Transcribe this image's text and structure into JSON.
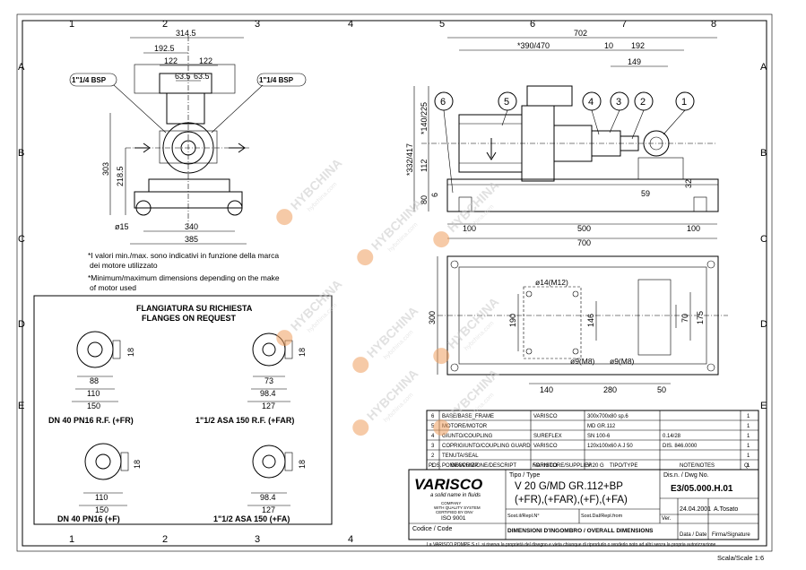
{
  "grid": {
    "columns": [
      "1",
      "2",
      "3",
      "4",
      "5",
      "6",
      "7",
      "8"
    ],
    "rows": [
      "A",
      "B",
      "C",
      "D",
      "E"
    ]
  },
  "front_view": {
    "dims": {
      "w314": "314.5",
      "w192": "192.5",
      "w122a": "122",
      "w122b": "122",
      "w63a": "63.5",
      "w63b": "63.5",
      "h303": "303",
      "h218": "218.5",
      "phi15": "ø15",
      "w340": "340",
      "w385": "385"
    },
    "port_left": "1\"1/4 BSP",
    "port_right": "1\"1/4 BSP"
  },
  "notes": {
    "it_line1": "*I valori min./max. sono indicativi in funzione della marca",
    "it_line2": "dei motore utilizzato",
    "en_line1": "*Minimum/maximum dimensions depending on the make",
    "en_line2": "of motor used"
  },
  "side_view": {
    "dims": {
      "w702": "702",
      "w390": "*390/470",
      "w10": "10",
      "w192": "192",
      "w149": "149",
      "h140": "*140/225",
      "h332": "*332/417",
      "h112": "112",
      "h80": "80",
      "h6": "6",
      "w59": "59",
      "h32": "32",
      "w100a": "100",
      "w500": "500",
      "w100b": "100",
      "w700": "700"
    },
    "balloons": [
      "6",
      "5",
      "4",
      "3",
      "2",
      "1"
    ]
  },
  "plan_view": {
    "dims": {
      "h300": "300",
      "h190": "190",
      "h146": "146",
      "h70": "70",
      "h175": "175",
      "w140": "140",
      "w280": "280",
      "w50": "50"
    },
    "hole_labels": [
      "ø14(M12)",
      "ø9(M8)",
      "ø9(M8)"
    ]
  },
  "flanges": {
    "title_it": "FLANGIATURA SU RICHIESTA",
    "title_en": "FLANGES ON REQUEST",
    "items": [
      {
        "dims": [
          "88",
          "110",
          "150"
        ],
        "side": "18",
        "label": "DN 40 PN16 R.F. (+FR)"
      },
      {
        "dims": [
          "73",
          "98.4",
          "127"
        ],
        "side": "18",
        "label": "1\"1/2 ASA 150 R.F. (+FAR)"
      },
      {
        "dims": [
          "110",
          "150"
        ],
        "side": "18",
        "label": "DN 40 PN16 (+F)"
      },
      {
        "dims": [
          "98.4",
          "127"
        ],
        "side": "18",
        "label": "1\"1/2 ASA 150 (+FA)"
      }
    ]
  },
  "parts_list": {
    "rows": [
      {
        "pos": "6",
        "desc": "BASE/BASE_FRAME",
        "supplier": "VARISCO",
        "type": "300x700x80  sp.6",
        "note": "",
        "qty": "1"
      },
      {
        "pos": "5",
        "desc": "MOTORE/MOTOR",
        "supplier": "",
        "type": "MD  GR.112",
        "note": "",
        "qty": "1"
      },
      {
        "pos": "4",
        "desc": "GIUNTO/COUPLING",
        "supplier": "SUREFLEX",
        "type": "SN  100-6",
        "note": "0.14/28",
        "qty": "1"
      },
      {
        "pos": "3",
        "desc": "COPRIGIUNTO/COUPLING GUARD",
        "supplier": "VARISCO",
        "type": "120x100x60  A  J  50",
        "note": "DIS. 846.0000",
        "qty": "1"
      },
      {
        "pos": "2",
        "desc": "TENUTA/SEAL",
        "supplier": "",
        "type": "",
        "note": "",
        "qty": "1"
      },
      {
        "pos": "1",
        "desc": "POMPA/PUMP",
        "supplier": "VARISCO",
        "type": "V  20  G",
        "note": "",
        "qty": "1"
      }
    ],
    "headers": {
      "pos": "POS.",
      "desc": "DESCRIZIONE/DESCRIPT",
      "supplier": "FORNITORE/SUPPLIER",
      "type": "TIPO/TYPE",
      "note": "NOTE/NOTES",
      "qty": "Q."
    }
  },
  "title_block": {
    "brand": "VARISCO",
    "tagline": "a solid name in fluids",
    "company": "COMPANY",
    "quality": "WITH QUALITY SYSTEM",
    "certified": "CERTIFIED BY DNV",
    "iso": "ISO 9001",
    "tipo_label": "Tipo / Type",
    "tipo_line1": "V 20 G/MD GR.112+BP",
    "tipo_line2": "(+FR),(+FAR),(+F),(+FA)",
    "dis_label": "Dis.n. / Dwg No.",
    "dwg_no": "E3/05.000.H.01",
    "sost_da": "Sost.il/Repl.N°",
    "sost_from": "Sost.Dal/Repl.from",
    "codice": "Codice / Code",
    "description": "DIMENSIONI D'INGOMBRO / OVERALL DIMENSIONS",
    "ver": "Ver.",
    "date": "24.04.2001",
    "signature": "A.Tosato",
    "data_label": "Data / Date",
    "firma_label": "Firma/Signature",
    "copyright": "La VARISCO POMPE S.r.l. si riserva la proprietà del disegno e vieta chiunque di riprodurlo o renderlo noto ad altri senza la propria autorizzazione",
    "scale": "Scala/Scale  1:6"
  },
  "watermark": {
    "text": "HYBCHINA",
    "sub": "hybchina.com"
  }
}
